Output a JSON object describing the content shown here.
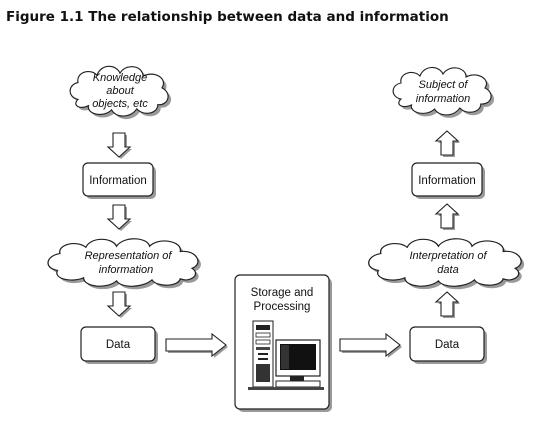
{
  "figure": {
    "title": "Figure 1.1 The relationship between data and information"
  },
  "left_column": {
    "cloud_top": [
      "Knowledge",
      "about",
      "objects, etc"
    ],
    "box_middle": "Information",
    "cloud_bottom": [
      "Representation of",
      "information"
    ],
    "box_bottom": "Data"
  },
  "center": {
    "box_title": [
      "Storage and",
      "Processing"
    ],
    "icon": "computer-icon"
  },
  "right_column": {
    "cloud_top": [
      "Subject of",
      "information"
    ],
    "box_middle": "Information",
    "cloud_bottom": [
      "Interpretation of",
      "data"
    ],
    "box_bottom": "Data"
  }
}
